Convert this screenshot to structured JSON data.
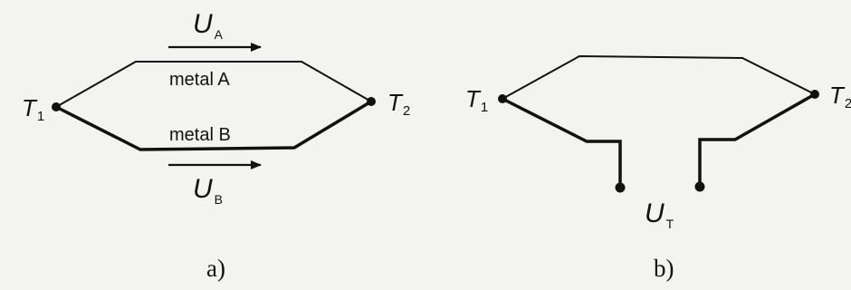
{
  "panel_a": {
    "caption": "a)",
    "node_left": {
      "symbol": "T",
      "subscript": "1"
    },
    "node_right": {
      "symbol": "T",
      "subscript": "2"
    },
    "top_wire_label": "metal A",
    "bottom_wire_label": "metal B",
    "top_voltage": {
      "symbol": "U",
      "subscript": "A"
    },
    "bottom_voltage": {
      "symbol": "U",
      "subscript": "B"
    }
  },
  "panel_b": {
    "caption": "b)",
    "node_left": {
      "symbol": "T",
      "subscript": "1"
    },
    "node_right": {
      "symbol": "T",
      "subscript": "2"
    },
    "output_voltage": {
      "symbol": "U",
      "subscript": "T"
    }
  }
}
